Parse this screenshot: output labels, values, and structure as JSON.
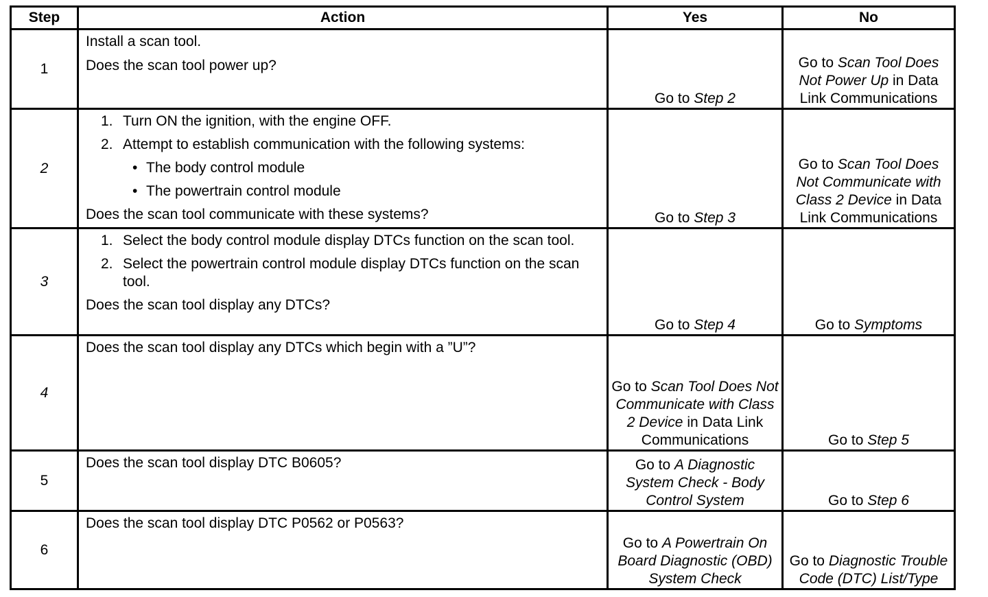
{
  "headers": {
    "step": "Step",
    "action": "Action",
    "yes": "Yes",
    "no": "No"
  },
  "rows": [
    {
      "step": "1",
      "action_lines": [
        "Install a scan tool.",
        "Does the scan tool power up?"
      ],
      "yes": {
        "prefix": "Go to ",
        "target": "Step 2",
        "suffix": ""
      },
      "no": {
        "prefix": "Go to ",
        "target": "Scan Tool Does Not Power Up",
        "suffix": " in Data Link Communications"
      }
    },
    {
      "step": "2",
      "numbered": [
        {
          "num": "1.",
          "text": "Turn ON the ignition, with the engine OFF."
        },
        {
          "num": "2.",
          "text": "Attempt to establish communication with the following systems:"
        }
      ],
      "bullets": [
        "The body control module",
        "The powertrain control module"
      ],
      "question": "Does the scan tool communicate with these systems?",
      "yes": {
        "prefix": "Go to ",
        "target": "Step 3",
        "suffix": ""
      },
      "no": {
        "prefix": "Go to ",
        "target": "Scan Tool Does Not Communicate with Class 2 Device",
        "suffix": " in Data Link Communications"
      }
    },
    {
      "step": "3",
      "numbered": [
        {
          "num": "1.",
          "text": "Select the body control module display DTCs function on the scan tool."
        },
        {
          "num": "2.",
          "text": "Select the powertrain control module display DTCs function on the scan tool."
        }
      ],
      "question": "Does the scan tool display any DTCs?",
      "yes": {
        "prefix": "Go to ",
        "target": "Step 4",
        "suffix": ""
      },
      "no": {
        "prefix": "Go to ",
        "target": "Symptoms",
        "suffix": ""
      }
    },
    {
      "step": "4",
      "question": "Does the scan tool display any DTCs which begin with a ”U”?",
      "yes": {
        "prefix": "Go to ",
        "target": "Scan Tool Does Not Communicate with Class 2 Device",
        "suffix": " in Data Link Communications"
      },
      "no": {
        "prefix": "Go to ",
        "target": "Step 5",
        "suffix": ""
      }
    },
    {
      "step": "5",
      "question": "Does the scan tool display DTC B0605?",
      "yes": {
        "prefix": "Go to ",
        "target": "A Diagnostic System Check - Body Control System",
        "suffix": ""
      },
      "no": {
        "prefix": "Go to ",
        "target": "Step 6",
        "suffix": ""
      }
    },
    {
      "step": "6",
      "question": "Does the scan tool display DTC P0562 or P0563?",
      "yes": {
        "prefix": "Go to ",
        "target": "A Powertrain On Board Diagnostic (OBD) System Check",
        "suffix": ""
      },
      "no": {
        "prefix": "Go to ",
        "target": "Diagnostic Trouble Code (DTC) List/Type",
        "suffix": ""
      }
    }
  ]
}
